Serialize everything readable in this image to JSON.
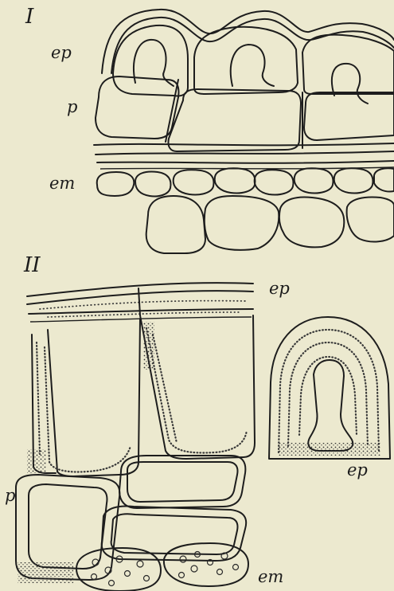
{
  "figure": {
    "panel_1": {
      "numeral": "I",
      "label_epidermis": "ep",
      "label_parenchyma": "p",
      "label_endodermis": "em"
    },
    "panel_2": {
      "numeral": "II",
      "label_epidermis": "ep",
      "label_parenchyma": "p",
      "label_endodermis": "em",
      "inset_label": "ep"
    }
  }
}
